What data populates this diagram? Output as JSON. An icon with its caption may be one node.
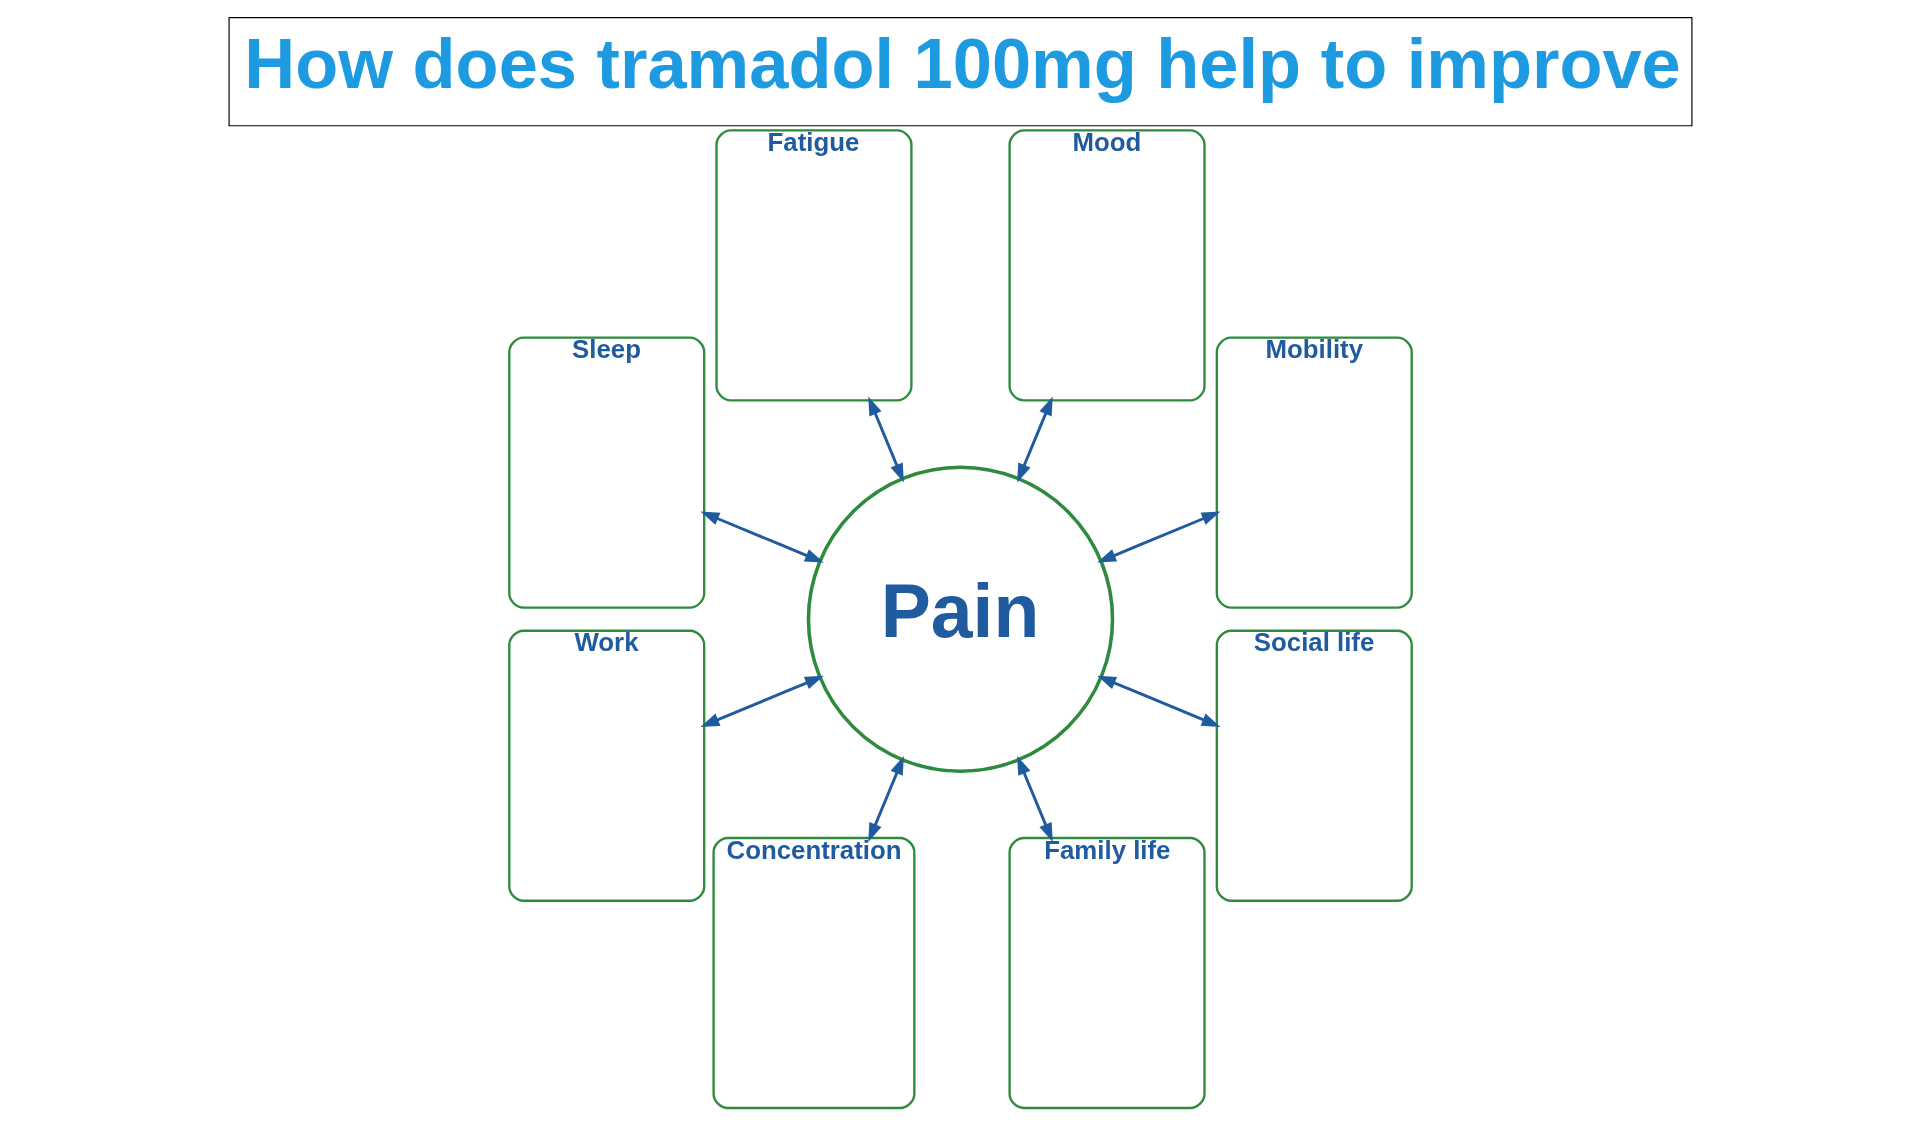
{
  "diagram": {
    "title": "How does tramadol 100mg help to improve",
    "nodes": [
      {
        "text": [
          "Mood"
        ]
      },
      {
        "text": [
          "Fatigue"
        ]
      },
      {
        "text": [
          "Mobility"
        ]
      },
      {
        "text": [
          "Sleep"
        ]
      },
      {
        "text": [
          "Pain"
        ]
      },
      {
        "text": [
          "Social life"
        ]
      },
      {
        "text": [
          "Work"
        ]
      },
      {
        "text": [
          "Concentration"
        ]
      },
      {
        "text": [
          "Family life"
        ]
      }
    ],
    "edges": [
      {
        "from": 4,
        "to": 2,
        "arrow": "both"
      },
      {
        "from": 4,
        "to": 0,
        "arrow": "both"
      },
      {
        "from": 4,
        "to": 1,
        "arrow": "both"
      },
      {
        "from": 4,
        "to": 3,
        "arrow": "both"
      },
      {
        "from": 4,
        "to": 6,
        "arrow": "both"
      },
      {
        "from": 4,
        "to": 7,
        "arrow": "both"
      },
      {
        "from": 4,
        "to": 8,
        "arrow": "both"
      },
      {
        "from": 4,
        "to": 5,
        "arrow": "both"
      }
    ]
  }
}
